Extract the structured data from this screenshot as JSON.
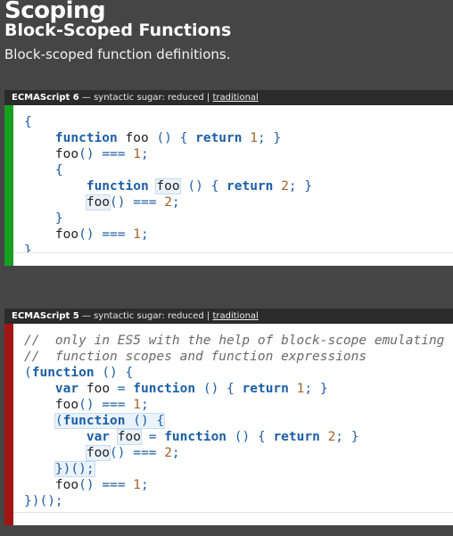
{
  "header": {
    "title": "Scoping",
    "subtitle": "Block-Scoped Functions",
    "description": "Block-scoped function definitions."
  },
  "panels": {
    "es6": {
      "version": "ECMAScript 6",
      "separator": " — syntactic sugar: ",
      "sugar_level": "reduced",
      "divider": " | ",
      "link_label": "traditional",
      "lines": [
        "{",
        "    function foo () { return 1; }",
        "    foo() === 1;",
        "    {",
        "        function foo () { return 2; }",
        "        foo() === 2;",
        "    }",
        "    foo() === 1;",
        "}"
      ]
    },
    "es5": {
      "version": "ECMAScript 5",
      "separator": " — syntactic sugar: ",
      "sugar_level": "reduced",
      "divider": " | ",
      "link_label": "traditional",
      "lines": [
        "//  only in ES5 with the help of block-scope emulating",
        "//  function scopes and function expressions",
        "(function () {",
        "    var foo = function () { return 1; }",
        "    foo() === 1;",
        "    (function () {",
        "        var foo = function () { return 2; }",
        "        foo() === 2;",
        "    })();",
        "    foo() === 1;",
        "})();"
      ]
    }
  },
  "colors": {
    "es6_accent": "#179f1f",
    "es5_accent": "#a11515",
    "keyword": "#1c5fa6",
    "number": "#a0622a"
  }
}
